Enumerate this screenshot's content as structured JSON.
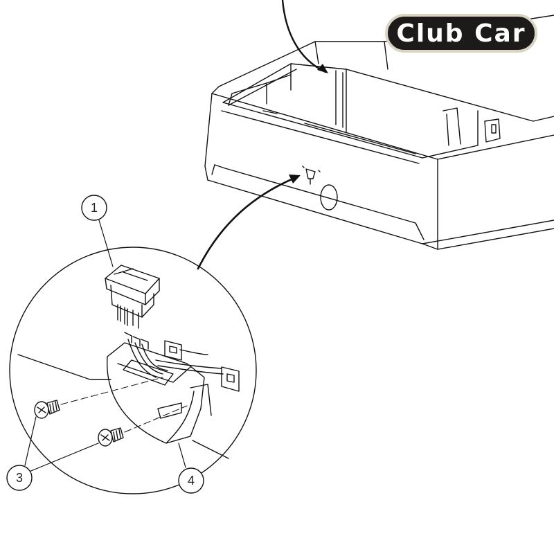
{
  "logo": {
    "text": "Club Car"
  },
  "callouts": [
    {
      "label": "1",
      "part": "switch"
    },
    {
      "label": "3",
      "part": "screws"
    },
    {
      "label": "4",
      "part": "housing"
    }
  ],
  "colors": {
    "line": "#111111",
    "badge_bg": "#1c1b1a",
    "badge_border": "#d9d4c4"
  }
}
